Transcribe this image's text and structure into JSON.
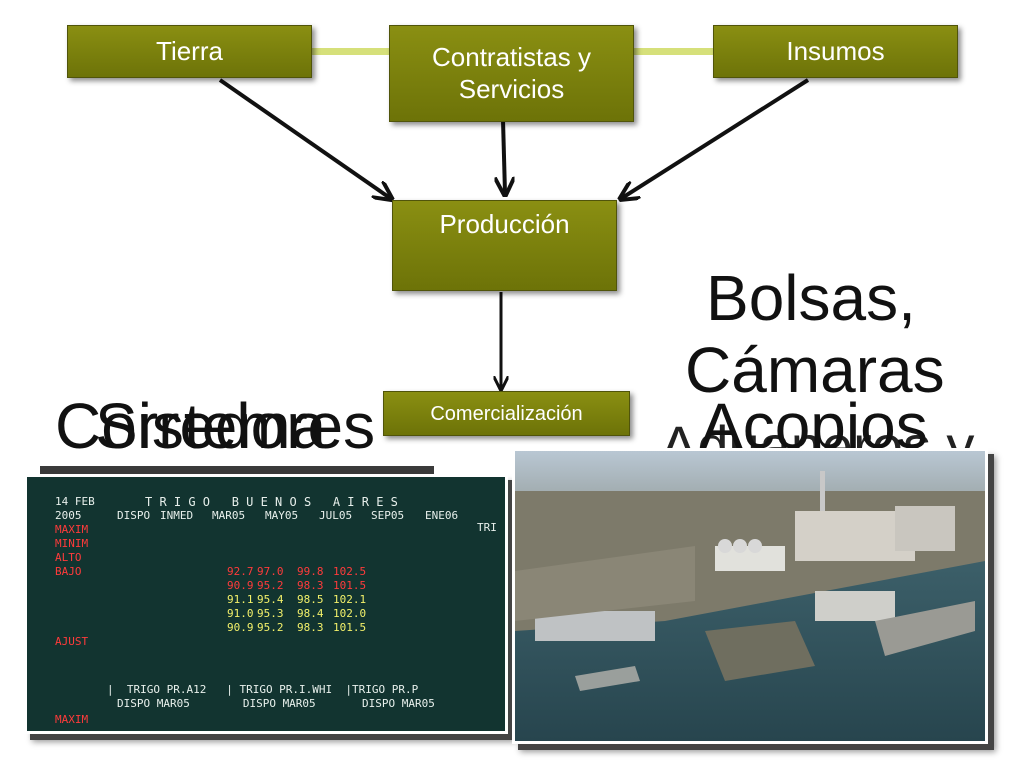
{
  "diagram": {
    "nodes": {
      "tierra": "Tierra",
      "contratistas_line1": "Contratistas y",
      "contratistas_line2": "Servicios",
      "insumos": "Insumos",
      "produccion": "Producción",
      "comercializacion": "Comercialización"
    },
    "edges": [
      {
        "from": "Tierra",
        "to": "Producción"
      },
      {
        "from": "Contratistas y Servicios",
        "to": "Producción"
      },
      {
        "from": "Insumos",
        "to": "Producción"
      },
      {
        "from": "Producción",
        "to": "Comercialización"
      }
    ]
  },
  "labels": {
    "bolsas_line1": "Bolsas,",
    "bolsas_line2": "Cámaras",
    "acopios": "Acopios",
    "acopios_hidden": "Aduaneros y",
    "corredores": "Corredores",
    "sistema": "Sistema"
  },
  "board": {
    "header_date": "14 FEB",
    "header_year": "2005",
    "title": "T R I G O   B U E N O S   A I R E S",
    "columns": [
      "DISPO",
      "INMED",
      "MAR05",
      "MAY05",
      "JUL05",
      "SEP05",
      "ENE06"
    ],
    "row_labels": [
      "MAXIM",
      "MINIM",
      "ALTO",
      "BAJO",
      "",
      "",
      "",
      "",
      "AJUST"
    ],
    "rows": [
      [
        "92.7",
        "97.0",
        "99.8",
        "102.5"
      ],
      [
        "90.9",
        "95.2",
        "98.3",
        "101.5"
      ],
      [
        "91.1",
        "95.4",
        "98.5",
        "102.1"
      ],
      [
        "91.0",
        "95.3",
        "98.4",
        "102.0"
      ],
      [
        "90.9",
        "95.2",
        "98.3",
        "101.5"
      ]
    ],
    "footer_line1": "|  TRIGO PR.A12   | TRIGO PR.I.WHI  |TRIGO PR.P",
    "footer_line2": "DISPO MAR05        DISPO MAR05       DISPO MAR05",
    "footer_label": "MAXIM",
    "right_cut": "TRI",
    "colors": {
      "bg": "#123430",
      "red": "#ff3b3b",
      "yellow": "#f3f06a",
      "white": "#e8f0ec"
    }
  },
  "colors": {
    "box": "#7b8010",
    "connector": "#d6e07a",
    "arrow": "#111111"
  }
}
